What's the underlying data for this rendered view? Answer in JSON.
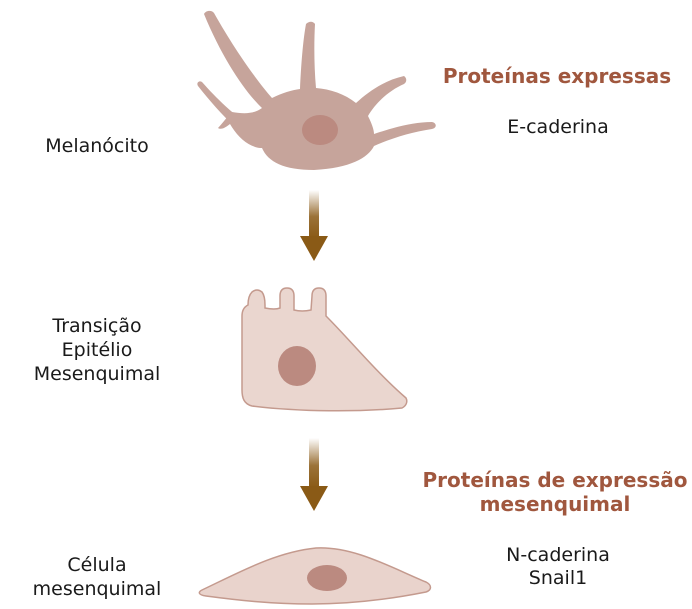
{
  "stages": [
    {
      "id": "melanocyte",
      "label_lines": [
        "Melanócito"
      ]
    },
    {
      "id": "emt",
      "label_lines": [
        "Transição",
        "Epitélio",
        "Mesenquimal"
      ]
    },
    {
      "id": "mesenchymal",
      "label_lines": [
        "Célula",
        "mesenquimal"
      ]
    }
  ],
  "expressed": {
    "heading_lines": [
      "Proteínas expressas"
    ],
    "proteins": [
      "E-caderina"
    ]
  },
  "mesenchymal_expression": {
    "heading_lines": [
      "Proteínas de expressão",
      "mesenquimal"
    ],
    "proteins": [
      "N-caderina",
      "Snail1"
    ]
  },
  "colors": {
    "cell_fill": "#c6a49b",
    "emt_cell_fill": "#ead6cf",
    "mesenchymal_cell_fill": "#e9d3cc",
    "nucleus": "#bb8a80",
    "arrow": "#8a5a16",
    "heading": "#a0573e",
    "text": "#1a1a1a"
  }
}
